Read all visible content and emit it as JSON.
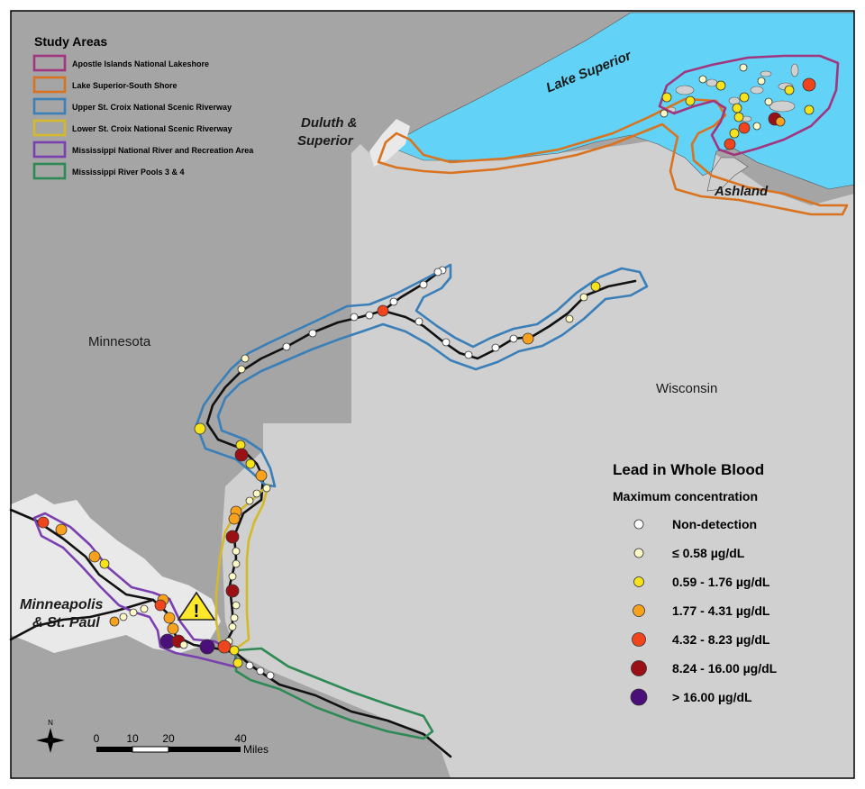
{
  "legend_study_areas": {
    "title": "Study Areas",
    "items": [
      {
        "label": "Apostle Islands National Lakeshore",
        "color": "#a1357f"
      },
      {
        "label": "Lake Superior-South Shore",
        "color": "#d9731f"
      },
      {
        "label": "Upper St. Croix National Scenic Riverway",
        "color": "#3a7fb8"
      },
      {
        "label": "Lower St. Croix National Scenic Riverway",
        "color": "#d4b92a"
      },
      {
        "label": "Mississippi National River and Recreation Area",
        "color": "#7a3fb0"
      },
      {
        "label": "Mississippi River Pools 3 & 4",
        "color": "#2e8a55"
      }
    ]
  },
  "legend_lead": {
    "title": "Lead in Whole Blood",
    "subtitle": "Maximum concentration",
    "classes": [
      {
        "label": "Non-detection",
        "color": "#ffffff"
      },
      {
        "label": "≤ 0.58 µg/dL",
        "color": "#fdf9c7"
      },
      {
        "label": "0.59 - 1.76 µg/dL",
        "color": "#f7e31c"
      },
      {
        "label": "1.77 - 4.31 µg/dL",
        "color": "#f7a11d"
      },
      {
        "label": "4.32 - 8.23 µg/dL",
        "color": "#f0441c"
      },
      {
        "label": "8.24 - 16.00 µg/dL",
        "color": "#9b1015"
      },
      {
        "label": "> 16.00 µg/dL",
        "color": "#4a0f78"
      }
    ]
  },
  "labels": {
    "lake_superior": "Lake Superior",
    "duluth": "Duluth &",
    "superior": "Superior",
    "ashland": "Ashland",
    "minnesota": "Minnesota",
    "wisconsin": "Wisconsin",
    "minneapolis": "Minneapolis",
    "st_paul": "& St. Paul"
  },
  "scalebar": {
    "ticks": [
      "0",
      "10",
      "20",
      "40"
    ],
    "unit": "Miles"
  },
  "north_arrow": {
    "label": "N"
  },
  "warning_symbol": {
    "glyph": "!"
  },
  "colors": {
    "minnesota_land": "#a5a5a5",
    "wisconsin_land": "#d0d0d0",
    "lake": "#62d3f7",
    "urban": "#e9e9e9",
    "river": "#111111"
  }
}
